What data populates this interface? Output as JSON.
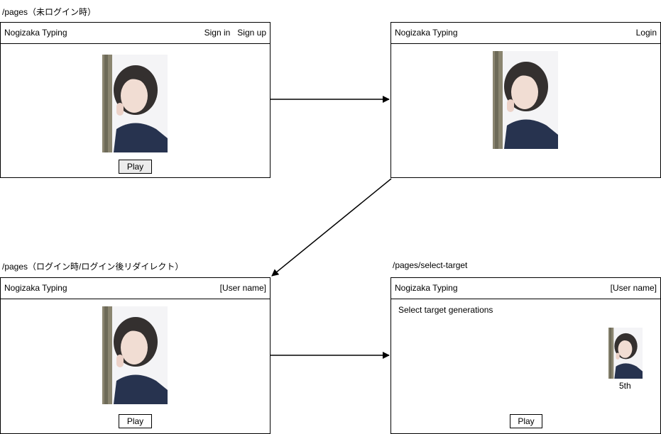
{
  "labels": {
    "top_left": "/pages（未ログイン時）",
    "bottom_left": "/pages（ログイン時/ログイン後リダイレクト）",
    "bottom_right": "/pages/select-target"
  },
  "screens": {
    "guest": {
      "brand": "Nogizaka Typing",
      "signin": "Sign in",
      "signup": "Sign up",
      "play": "Play"
    },
    "login": {
      "brand": "Nogizaka Typing",
      "login": "Login"
    },
    "home": {
      "brand": "Nogizaka Typing",
      "user": "[User name]",
      "play": "Play"
    },
    "select": {
      "brand": "Nogizaka Typing",
      "user": "[User name]",
      "prompt": "Select target generations",
      "generation": "5th",
      "play": "Play"
    }
  },
  "colors": {
    "line": "#000000",
    "button_grey": "#ececec",
    "photo_bg": "#f4f4f6"
  }
}
